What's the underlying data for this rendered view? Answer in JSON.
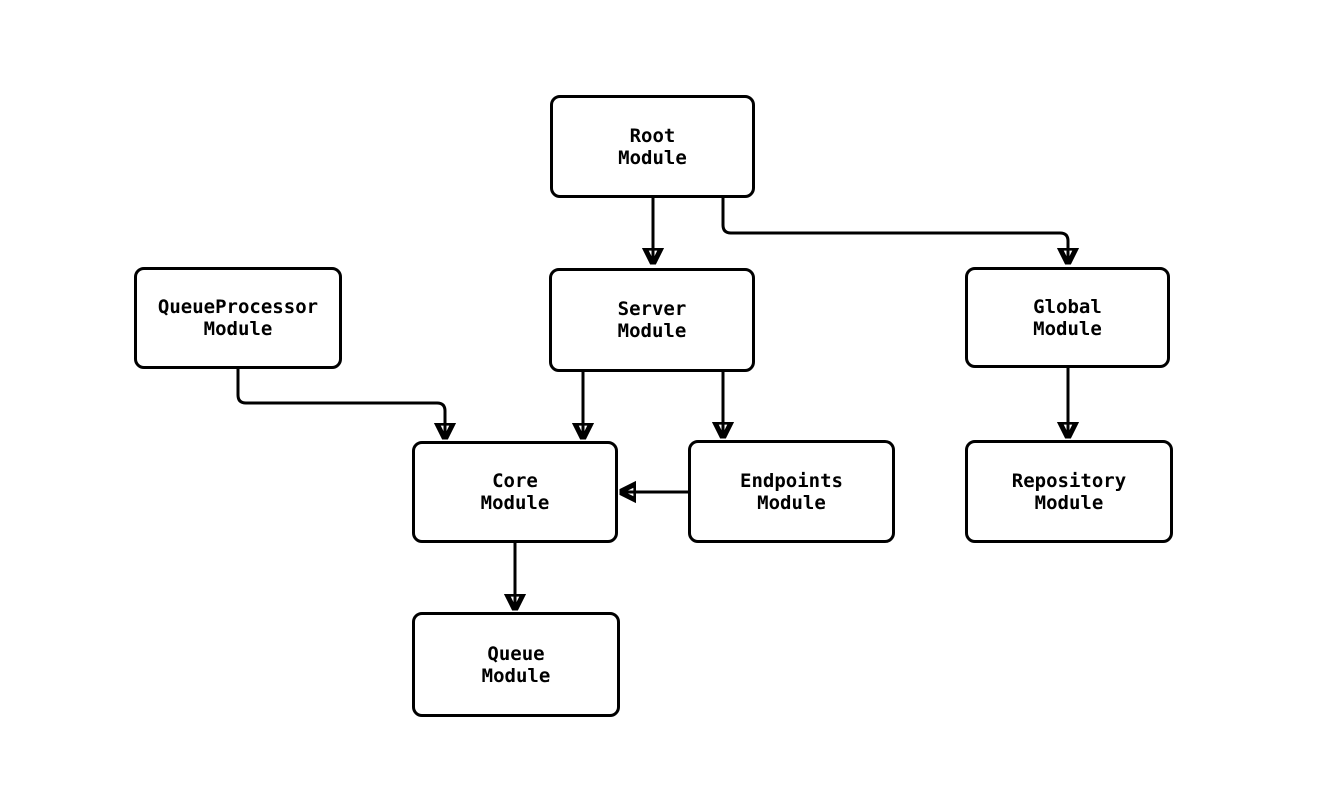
{
  "diagram": {
    "type": "module-dependency-flowchart",
    "background_color": "#ffffff",
    "stroke_color": "#000000",
    "node_fill_color": "#ffffff",
    "nodes": {
      "root": {
        "line1": "Root",
        "line2": "Module"
      },
      "queueprocessor": {
        "line1": "QueueProcessor",
        "line2": "Module"
      },
      "server": {
        "line1": "Server",
        "line2": "Module"
      },
      "global": {
        "line1": "Global",
        "line2": "Module"
      },
      "core": {
        "line1": "Core",
        "line2": "Module"
      },
      "endpoints": {
        "line1": "Endpoints",
        "line2": "Module"
      },
      "repository": {
        "line1": "Repository",
        "line2": "Module"
      },
      "queue": {
        "line1": "Queue",
        "line2": "Module"
      }
    },
    "edges": [
      {
        "from": "Root Module",
        "to": "Server Module"
      },
      {
        "from": "Root Module",
        "to": "Global Module"
      },
      {
        "from": "QueueProcessor Module",
        "to": "Core Module"
      },
      {
        "from": "Server Module",
        "to": "Core Module"
      },
      {
        "from": "Server Module",
        "to": "Endpoints Module"
      },
      {
        "from": "Endpoints Module",
        "to": "Core Module"
      },
      {
        "from": "Global Module",
        "to": "Repository Module"
      },
      {
        "from": "Core Module",
        "to": "Queue Module"
      }
    ]
  }
}
